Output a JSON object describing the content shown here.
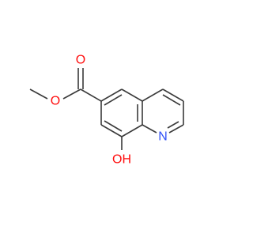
{
  "molecule": {
    "atoms": [
      {
        "id": "O_carbonyl",
        "symbol": "O",
        "color": "#ff0d0d",
        "shown": true
      },
      {
        "id": "O_ester",
        "symbol": "O",
        "color": "#ff0d0d",
        "shown": true
      },
      {
        "id": "N1",
        "symbol": "N",
        "color": "#3050f8",
        "shown": true
      },
      {
        "id": "OH",
        "symbol": "OH",
        "color": "#ff0d0d",
        "shown": true
      }
    ],
    "bond_color": "#3a3a3a"
  }
}
